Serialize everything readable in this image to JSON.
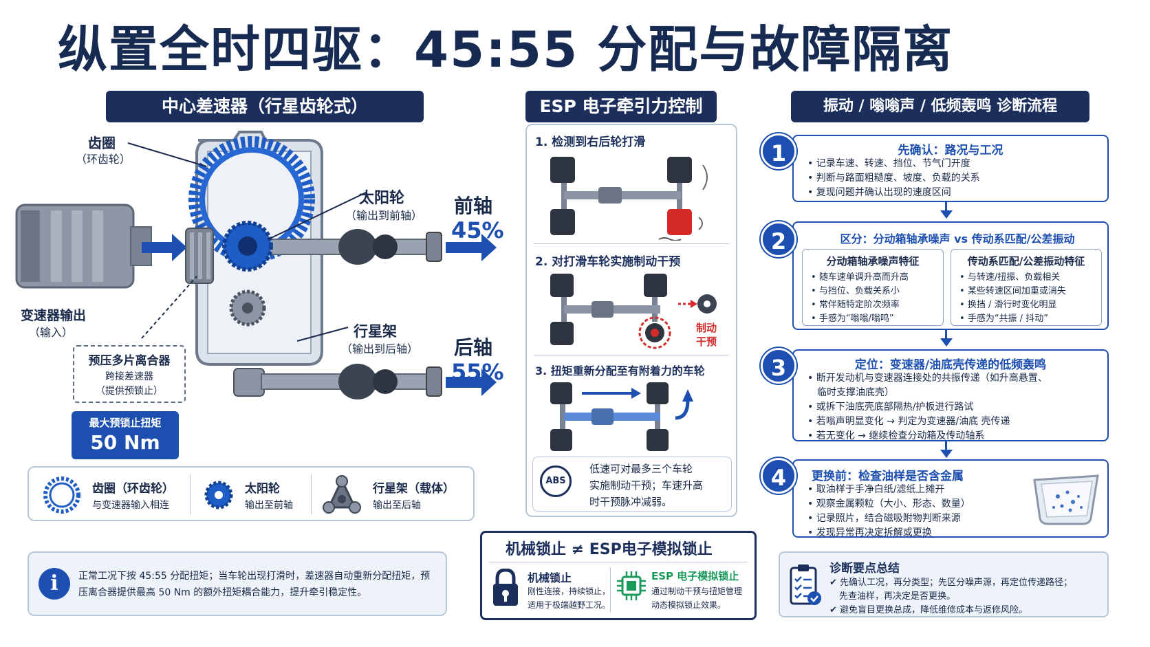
{
  "title": "纵置全时四驱：45:55 分配与故障隔离",
  "left": {
    "header": "中心差速器（行星齿轮式）",
    "ring_gear_label": "齿圈",
    "ring_gear_sub": "（环齿轮）",
    "sun_gear_label": "太阳轮",
    "sun_gear_sub": "（输出到前轴）",
    "carrier_label": "行星架",
    "carrier_sub": "（输出到后轴）",
    "trans_output_label": "变速器输出",
    "trans_output_sub": "（输入）",
    "clutch_title": "预压多片离合器",
    "clutch_line1": "跨接差速器",
    "clutch_line2": "（提供预锁止）",
    "max_lock_label": "最大预锁止扭矩",
    "max_lock_value": "50 Nm",
    "front_axle": "前轴",
    "front_pct": "45%",
    "rear_axle": "后轴",
    "rear_pct": "55%",
    "legend": [
      {
        "title": "齿圈（环齿轮）",
        "desc": "与变速器输入相连",
        "icon": "ring-gear-icon"
      },
      {
        "title": "太阳轮",
        "desc": "输出至前轴",
        "icon": "sun-gear-icon"
      },
      {
        "title": "行星架（载体）",
        "desc": "输出至后轴",
        "icon": "planet-carrier-icon"
      }
    ],
    "info": "正常工况下按 45:55 分配扭矩；当车轮出现打滑时，差速器自动重新分配扭矩，预压离合器提供最高 50 Nm 的额外扭矩耦合能力，提升牵引稳定性。"
  },
  "middle": {
    "header": "ESP 电子牵引力控制",
    "step1": "1. 检测到右后轮打滑",
    "step2": "2. 对打滑车轮实施制动干预",
    "brake_label_1": "制动",
    "brake_label_2": "干预",
    "step3": "3. 扭矩重新分配至有附着力的车轮",
    "abs_text": "ABS",
    "note": "低速可对最多三个车轮实施制动干预；车速升高时干预脉冲减弱。",
    "note_lines": [
      "低速可对最多三个车轮",
      "实施制动干预；车速升高",
      "时干预脉冲减弱。"
    ],
    "compare_title": "机械锁止 ≠ ESP电子模拟锁止",
    "mech_title": "机械锁止",
    "mech_lines": [
      "刚性连接，持续锁止，",
      "适用于极端越野工况。"
    ],
    "esp_title": "ESP 电子模拟锁止",
    "esp_lines": [
      "通过制动干预与扭矩管理",
      "动态模拟锁止效果。"
    ]
  },
  "right": {
    "header": "振动 / 嗡嗡声 / 低频轰鸣 诊断流程",
    "steps": [
      {
        "num": "1",
        "title": "先确认：路况与工况",
        "items": [
          "记录车速、转速、挡位、节气门开度",
          "判断与路面粗糙度、坡度、负载的关系",
          "复现问题并确认出现的速度区间"
        ]
      },
      {
        "num": "2",
        "title": "区分：分动箱轴承噪声 vs 传动系匹配/公差振动",
        "left_title": "分动箱轴承噪声特征",
        "left_items": [
          "随车速单调升高而升高",
          "与挡位、负载关系小",
          "常伴随特定阶次频率",
          "手感为“嗡嗡/嗡鸣”"
        ],
        "right_title": "传动系匹配/公差振动特征",
        "right_items": [
          "与转速/扭振、负载相关",
          "某些转速区间加重或消失",
          "换挡 / 滑行时变化明显",
          "手感为“共振 / 抖动”"
        ]
      },
      {
        "num": "3",
        "title": "定位：变速器/油底壳传递的低频轰鸣",
        "items": [
          "断开发动机与变速器连接处的共振传递（如升高悬置、",
          "临时支撑油底壳）",
          "或拆下油底壳底部隔热/护板进行路试",
          "若嗡声明显变化 → 判定为变速器/油底 壳传递",
          "若无变化 → 继续检查分动箱及传动轴系"
        ],
        "bullets": [
          true,
          false,
          true,
          true,
          true
        ]
      },
      {
        "num": "4",
        "title": "更换前：检查油样是否含金属",
        "items": [
          "取油样于手净白纸/滤纸上摊开",
          "观察金属颗粒（大小、形态、数量）",
          "记录照片，结合磁吸附物判断来源",
          "发现异常再决定拆解或更换"
        ]
      }
    ],
    "summary_title": "诊断要点总结",
    "summary_lines": [
      "✔ 先确认工况，再分类型；先区分噪声源，再定位传递路径；",
      "先查油样，再决定是否更换。",
      "✔ 避免盲目更换总成，降低维修成本与返修风险。"
    ]
  },
  "colors": {
    "navy": "#1c2f5c",
    "blue": "#1d4fb0",
    "red": "#d42a2a"
  }
}
